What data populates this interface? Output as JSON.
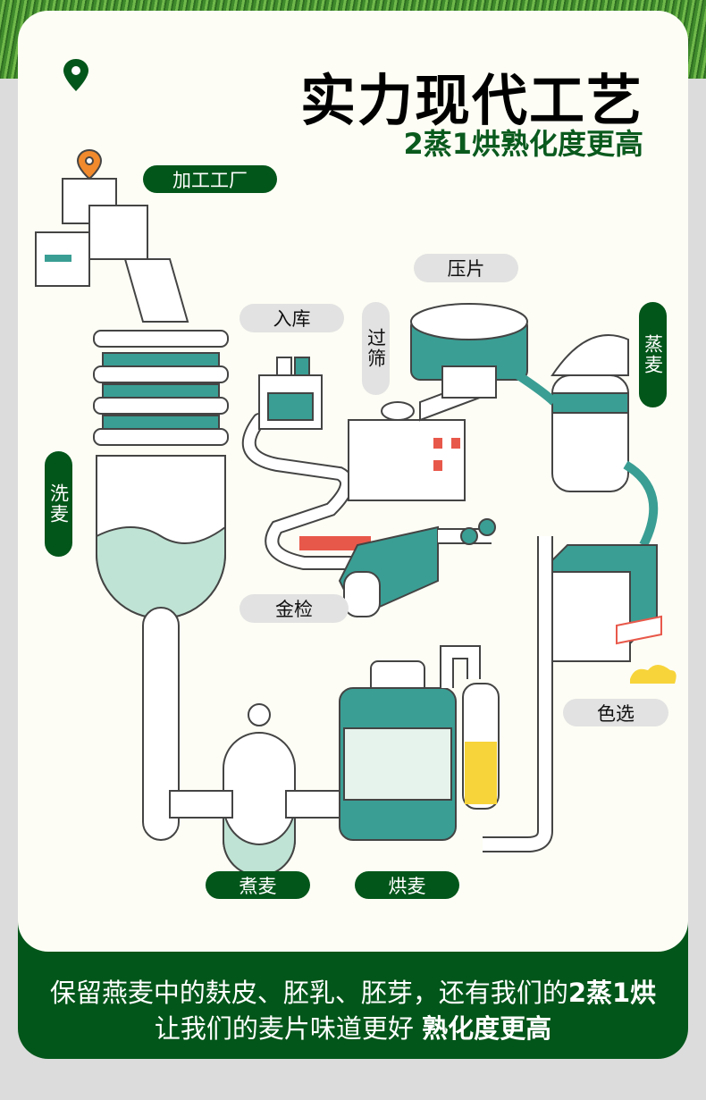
{
  "header": {
    "title": "实力现代工艺",
    "subtitle": "2蒸1烘熟化度更高"
  },
  "steps": {
    "factory": "加工工厂",
    "wash": "洗麦",
    "storage": "入库",
    "sieve": "过筛",
    "flake": "压片",
    "steam": "蒸麦",
    "metal_check": "金检",
    "color_sort": "色选",
    "boil": "煮麦",
    "bake": "烘麦"
  },
  "footer": {
    "line1": "保留燕麦中的麸皮、胚乳、胚芽，还有我们的",
    "line1_bold": "2蒸1烘",
    "line2": "让我们的麦片味道更好 ",
    "line2_bold": "熟化度更高"
  },
  "colors": {
    "dark_green": "#03561a",
    "teal": "#3a9e94",
    "orange": "#f08a2c"
  }
}
